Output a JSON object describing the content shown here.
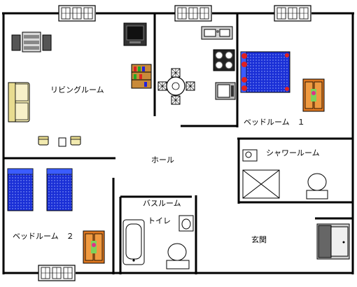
{
  "rooms": {
    "living": "リビングルーム",
    "bedroom1": "ベッドルーム　１",
    "shower": "シャワールーム",
    "hall": "ホール",
    "bathroom": "バスルーム",
    "toilet": "トイレ",
    "bedroom2": "ベッドルーム　２",
    "entrance": "玄関"
  },
  "colors": {
    "wall": "#000000",
    "bed_blue": "#1a2fd6",
    "bed_blue_light": "#3a5cff",
    "wardrobe": "#e07820",
    "sofa": "#f2eab0",
    "desk_wood": "#c88a3a",
    "door_gray": "#9a9a9a"
  }
}
